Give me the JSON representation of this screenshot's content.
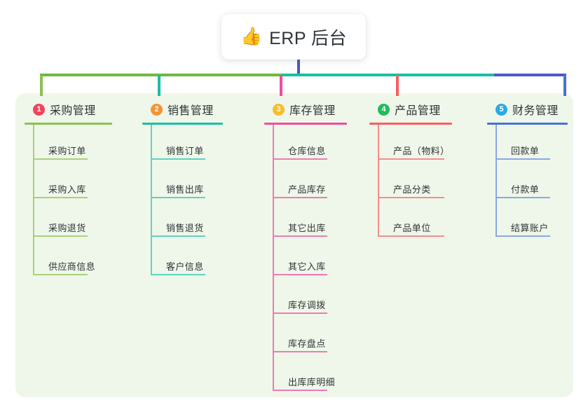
{
  "diagram": {
    "title": "ERP 后台",
    "root": {
      "icon": "thumbs-up-icon",
      "icon_glyph": "👍",
      "label": "ERP 后台"
    },
    "panel_color": "#eff7ea",
    "bus": {
      "segments": [
        {
          "name": "bus-green",
          "color": "#6fb93d"
        },
        {
          "name": "bus-teal",
          "color": "#16c1a4"
        },
        {
          "name": "bus-blue",
          "color": "#4a5ac4"
        }
      ]
    },
    "columns": [
      {
        "number": "1",
        "title": "采购管理",
        "badge_color": "#f2455c",
        "line_color": "#8cc152",
        "spine_color": "#a8d179",
        "items": [
          "采购订单",
          "采购入库",
          "采购退货",
          "供应商信息"
        ]
      },
      {
        "number": "2",
        "title": "销售管理",
        "badge_color": "#f59432",
        "line_color": "#16c1a4",
        "spine_color": "#5fd3bf",
        "items": [
          "销售订单",
          "销售出库",
          "销售退货",
          "客户信息"
        ]
      },
      {
        "number": "3",
        "title": "库存管理",
        "badge_color": "#f7bd2b",
        "line_color": "#ef4c9c",
        "spine_color": "#f07ab4",
        "items": [
          "仓库信息",
          "产品库存",
          "其它出库",
          "其它入库",
          "库存调拨",
          "库存盘点",
          "出库库明细"
        ]
      },
      {
        "number": "4",
        "title": "产品管理",
        "badge_color": "#22ba5c",
        "line_color": "#f95f5f",
        "spine_color": "#f98b8b",
        "items": [
          "产品（物料）",
          "产品分类",
          "产品单位"
        ]
      },
      {
        "number": "5",
        "title": "财务管理",
        "badge_color": "#29abe2",
        "line_color": "#4472d8",
        "spine_color": "#8aa7e4",
        "items": [
          "回款单",
          "付款单",
          "结算账户"
        ]
      }
    ]
  }
}
